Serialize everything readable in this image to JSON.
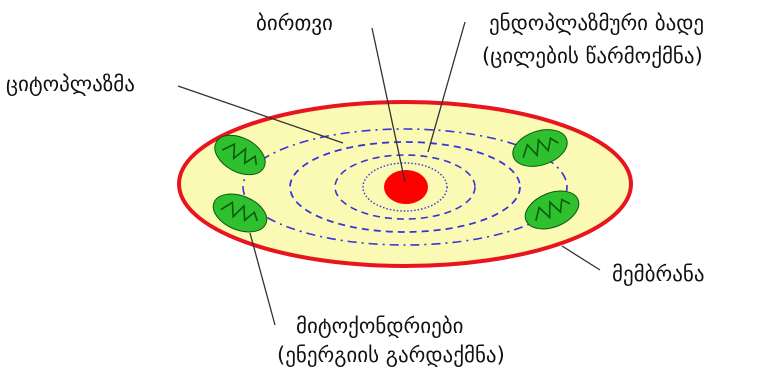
{
  "labels": {
    "nucleus": "ბირთვი",
    "er_line1": "ენდოპლაზმური ბადე",
    "er_line2": "(ცილების წარმოქმნა)",
    "cytoplasm": "ციტოპლაზმა",
    "membrane": "მემბრანა",
    "mito_line1": "მიტოქონდრიები",
    "mito_line2": "(ენერგიის გარდაქმნა)"
  },
  "colors": {
    "cell_fill": "#fafab4",
    "membrane": "#e8141e",
    "nucleus": "#ff0000",
    "er_dashes": "#3636d8",
    "mito_fill": "#2ec02e",
    "mito_crista": "#0a5a0a",
    "leader_line": "#333333"
  }
}
